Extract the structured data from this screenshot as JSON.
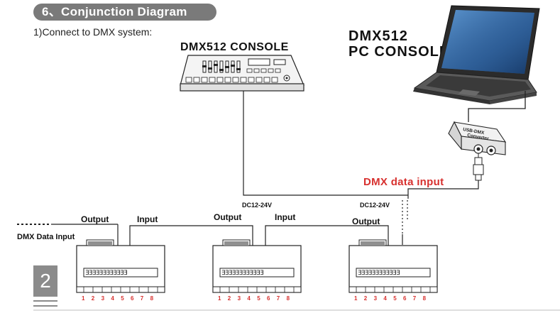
{
  "section": {
    "title": "6、Conjunction Diagram"
  },
  "subtitle": "1)Connect to DMX system:",
  "console": {
    "title": "DMX512 CONSOLE"
  },
  "pc_console": {
    "line1": "DMX512",
    "line2": "PC CONSOLE"
  },
  "converter": {
    "label_top": "USB-DMX",
    "label_bottom": "Converter"
  },
  "dmx_data_input": "DMX data input",
  "dmx_data_input_left": "DMX Data Input",
  "power": {
    "label": "DC12-24V"
  },
  "ports": {
    "output": "Output",
    "input": "Input"
  },
  "channel_numbers": [
    "1",
    "2",
    "3",
    "4",
    "5",
    "6",
    "7",
    "8"
  ],
  "page_number": "2",
  "colors": {
    "accent_red": "#d7302e",
    "pill_gray": "#7a7a7a"
  }
}
